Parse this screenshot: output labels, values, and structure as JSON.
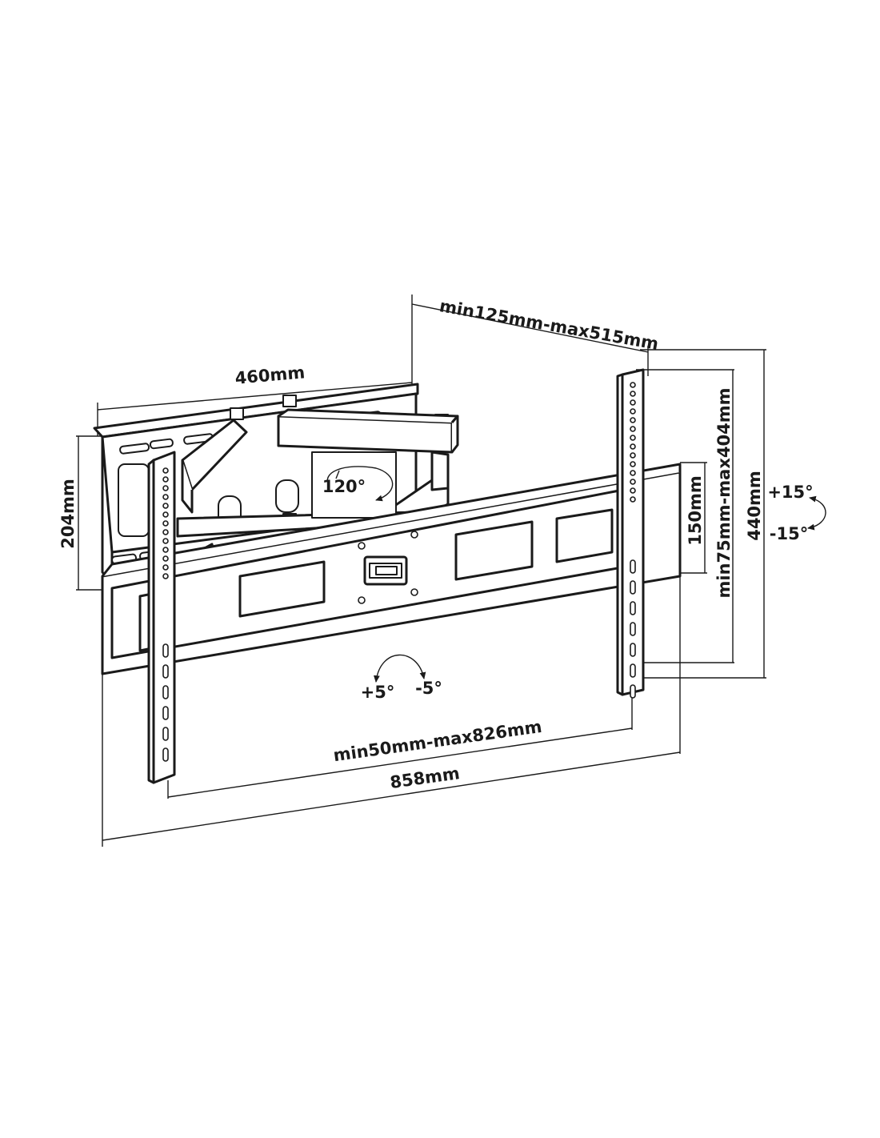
{
  "dimensions": {
    "wall_plate_width": "460mm",
    "wall_plate_height": "204mm",
    "arm_extension": "min125mm-max515mm",
    "vesa_horizontal": "min50mm-max826mm",
    "overall_width": "858mm",
    "vesa_vertical_small": "150mm",
    "vesa_vertical": "min75mm-max404mm",
    "overall_height": "440mm"
  },
  "angles": {
    "swivel": "120°",
    "tilt_up": "+15°",
    "tilt_down": "-15°",
    "rotate_plus": "+5°",
    "rotate_minus": "-5°"
  }
}
